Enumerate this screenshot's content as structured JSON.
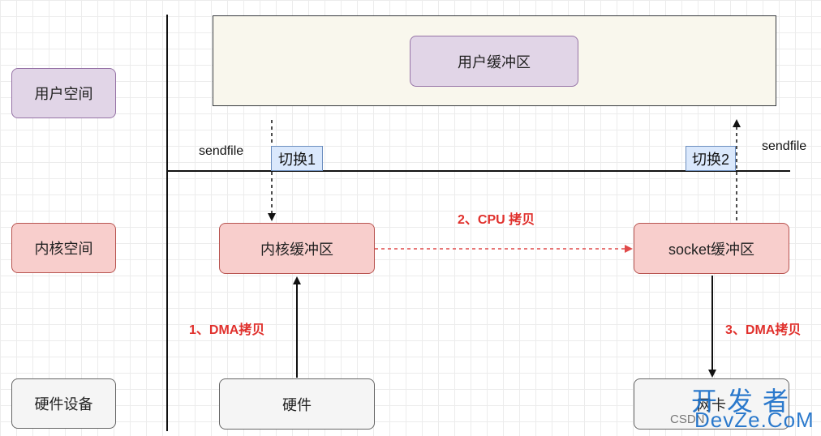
{
  "layers": {
    "user_space": "用户空间",
    "kernel_space": "内核空间",
    "hardware_device": "硬件设备"
  },
  "boxes": {
    "user_buffer": "用户缓冲区",
    "kernel_buffer": "内核缓冲区",
    "socket_buffer": "socket缓冲区",
    "hardware": "硬件",
    "nic": "网卡"
  },
  "switches": {
    "switch1": "切换1",
    "switch2": "切换2"
  },
  "calls": {
    "left": "sendfile",
    "right": "sendfile"
  },
  "steps": {
    "step1": "1、DMA拷贝",
    "step2": "2、CPU 拷贝",
    "step3": "3、DMA拷贝"
  },
  "watermark": {
    "line1": "开发者",
    "line2": "DevZe.CoM",
    "prefix": "CSDN"
  }
}
